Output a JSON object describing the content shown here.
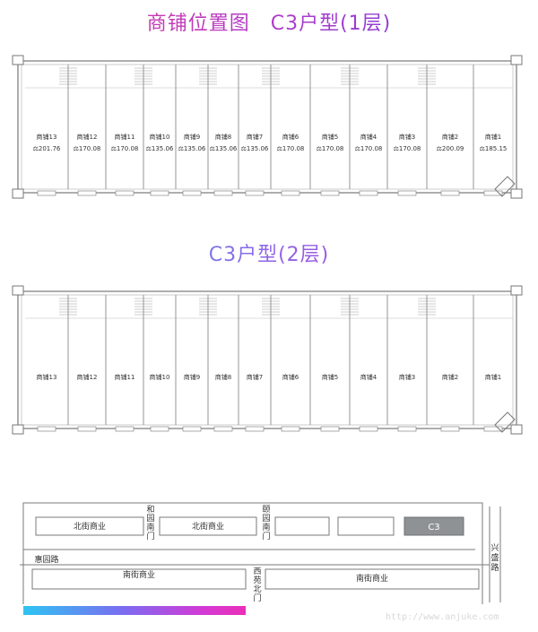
{
  "floor1": {
    "title": "商铺位置图　C3户型(1层)",
    "shops": [
      {
        "name": "商铺13",
        "area": "201.76"
      },
      {
        "name": "商铺12",
        "area": "170.08"
      },
      {
        "name": "商铺11",
        "area": "170.08"
      },
      {
        "name": "商铺10",
        "area": "135.06"
      },
      {
        "name": "商铺9",
        "area": "135.06"
      },
      {
        "name": "商铺8",
        "area": "135.06"
      },
      {
        "name": "商铺7",
        "area": "135.06"
      },
      {
        "name": "商铺6",
        "area": "170.08"
      },
      {
        "name": "商铺5",
        "area": "170.08"
      },
      {
        "name": "商铺4",
        "area": "170.08"
      },
      {
        "name": "商铺3",
        "area": "170.08"
      },
      {
        "name": "商铺2",
        "area": "200.09"
      },
      {
        "name": "商铺1",
        "area": "185.15"
      }
    ]
  },
  "floor2": {
    "title": "C3户型(2层)",
    "shops": [
      "商铺13",
      "商铺12",
      "商铺11",
      "商铺10",
      "商铺9",
      "商铺8",
      "商铺7",
      "商铺6",
      "商铺5",
      "商铺4",
      "商铺3",
      "商铺2",
      "商铺1"
    ]
  },
  "site": {
    "north_street": "北街商业",
    "south_street": "南街商业",
    "c3_label": "C3",
    "he_yuan_gate": [
      "和",
      "园",
      "南",
      "门"
    ],
    "yi_yuan_gate": [
      "颐",
      "园",
      "南",
      "门"
    ],
    "xi_yuan_gate": [
      "西",
      "苑",
      "北",
      "门"
    ],
    "hui_yuan_road": "惠园路",
    "xing_sheng_road": [
      "兴",
      "盛",
      "路"
    ]
  },
  "watermark": "http://www.anjuke.com"
}
